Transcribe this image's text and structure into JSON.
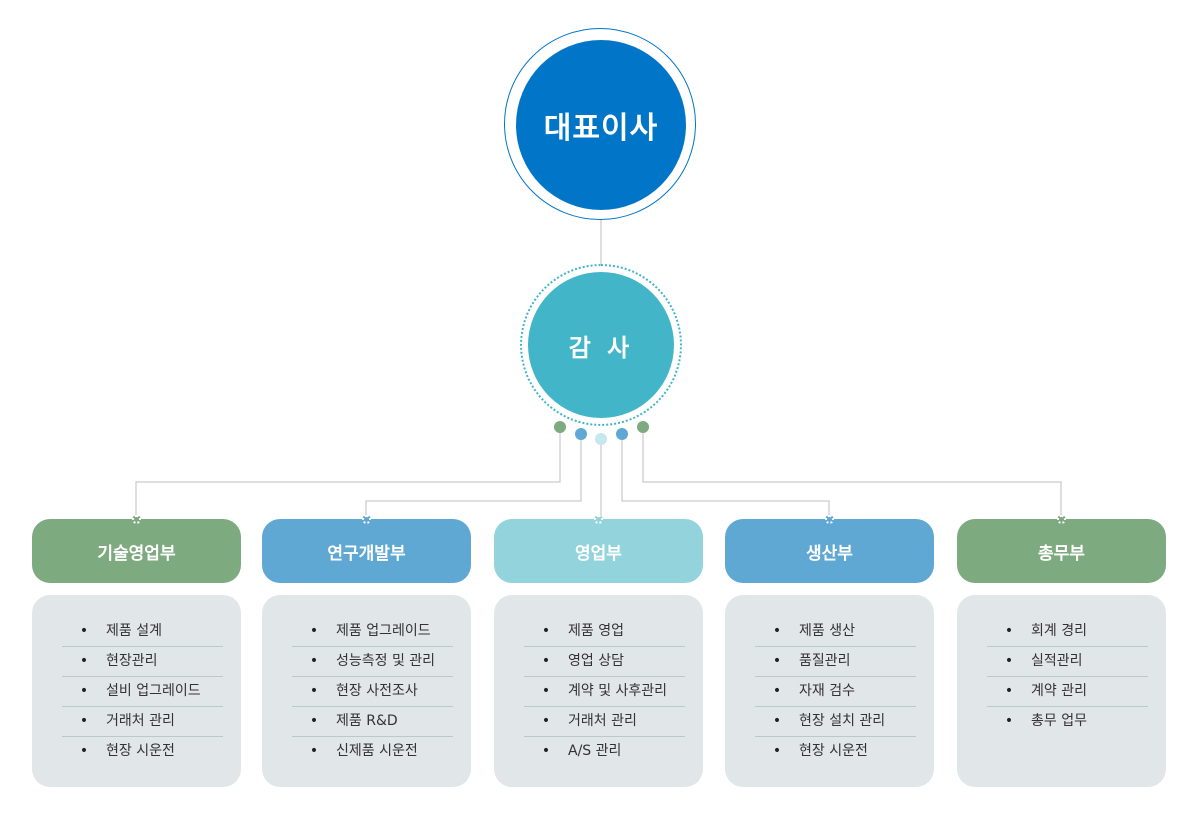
{
  "ceo": {
    "label": "대표이사",
    "color": "#0176c8"
  },
  "auditor": {
    "label": "감 사",
    "color": "#42b5c8"
  },
  "connector_color": "#cccccc",
  "departments": [
    {
      "name": "기술영업부",
      "color": "#7eaa80",
      "items": [
        "제품 설계",
        "현장관리",
        "설비 업그레이드",
        "거래처 관리",
        "현장 시운전"
      ]
    },
    {
      "name": "연구개발부",
      "color": "#5fa8d3",
      "items": [
        "제품 업그레이드",
        "성능측정 및 관리",
        "현장 사전조사",
        "제품 R&D",
        "신제품 시운전"
      ]
    },
    {
      "name": "영업부",
      "color": "#93d4dc",
      "items": [
        "제품 영업",
        "영업 상담",
        "계약 및 사후관리",
        "거래처 관리",
        "A/S 관리"
      ]
    },
    {
      "name": "생산부",
      "color": "#5fa8d3",
      "items": [
        "제품 생산",
        "품질관리",
        "자재 검수",
        "현장 설치 관리",
        "현장 시운전"
      ]
    },
    {
      "name": "총무부",
      "color": "#7eaa80",
      "items": [
        "회계 경리",
        "실적관리",
        "계약 관리",
        "총무 업무"
      ]
    }
  ],
  "bullet_symbol": "•"
}
